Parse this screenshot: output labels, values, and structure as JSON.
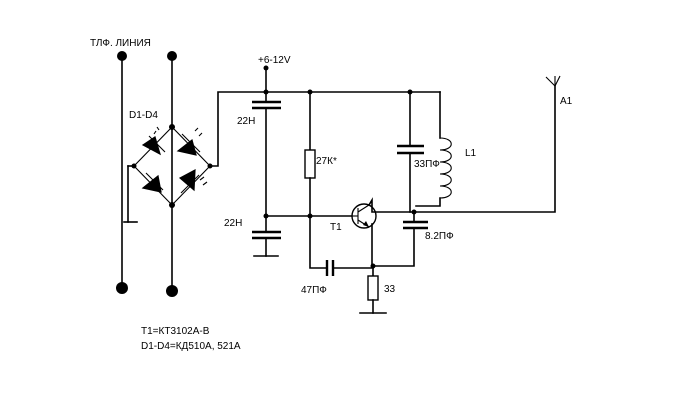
{
  "labels": {
    "line_input": "ТЛФ. ЛИНИЯ",
    "bridge": "D1-D4",
    "supply": "+6-12V",
    "antenna": "A1",
    "c_top": "22Н",
    "c_bottom": "22Н",
    "resistor_bias": "27К*",
    "c_tank": "33ПФ",
    "inductor": "L1",
    "transistor": "T1",
    "c_feedback": "8.2ПФ",
    "c_base": "47ПФ",
    "resistor_emitter": "33"
  },
  "notes": {
    "transistor_type": "T1=КТ3102А-В",
    "diode_type": "D1-D4=КД510А, 521А"
  },
  "colors": {
    "ink": "#000000",
    "background": "#ffffff"
  }
}
